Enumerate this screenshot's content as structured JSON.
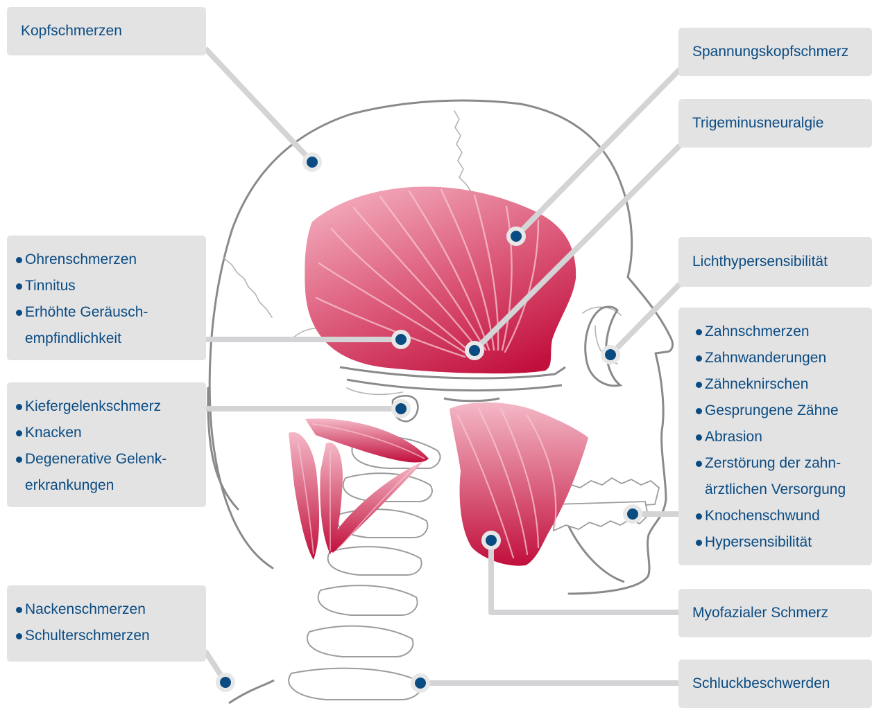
{
  "labels": {
    "kopfschmerzen": "Kopfschmerzen",
    "spannungskopfschmerz": "Spannungskopfschmerz",
    "trigeminusneuralgie": "Trigeminusneuralgie",
    "lichthypersensibilitaet": "Lichthypersensibilität",
    "myofazialer_schmerz": "Myofazialer Schmerz",
    "schluckbeschwerden": "Schluckbeschwerden"
  },
  "ohr_items": [
    "Ohrenschmerzen",
    "Tinnitus",
    "Erhöhte Geräusch-",
    "empfindlichkeit"
  ],
  "kiefer_items": [
    "Kiefergelenkschmerz",
    "Knacken",
    "Degenerative Gelenk-",
    "erkrankungen"
  ],
  "zahn_items": [
    "Zahnschmerzen",
    "Zahnwanderungen",
    "Zähneknirschen",
    "Gesprungene Zähne",
    "Abrasion",
    "Zerstörung der zahn-",
    "ärztlichen Versorgung",
    "Knochenschwund",
    "Hypersensibilität"
  ],
  "nacken_items": [
    "Nackenschmerzen",
    "Schulterschmerzen"
  ],
  "colors": {
    "label_text": "#0a4b82",
    "box_bg": "#e3e3e4",
    "connector": "#d4d4d6",
    "dot": "#0a4b82",
    "muscle": "#c8103d",
    "bone_outline": "#8a8a8a"
  }
}
